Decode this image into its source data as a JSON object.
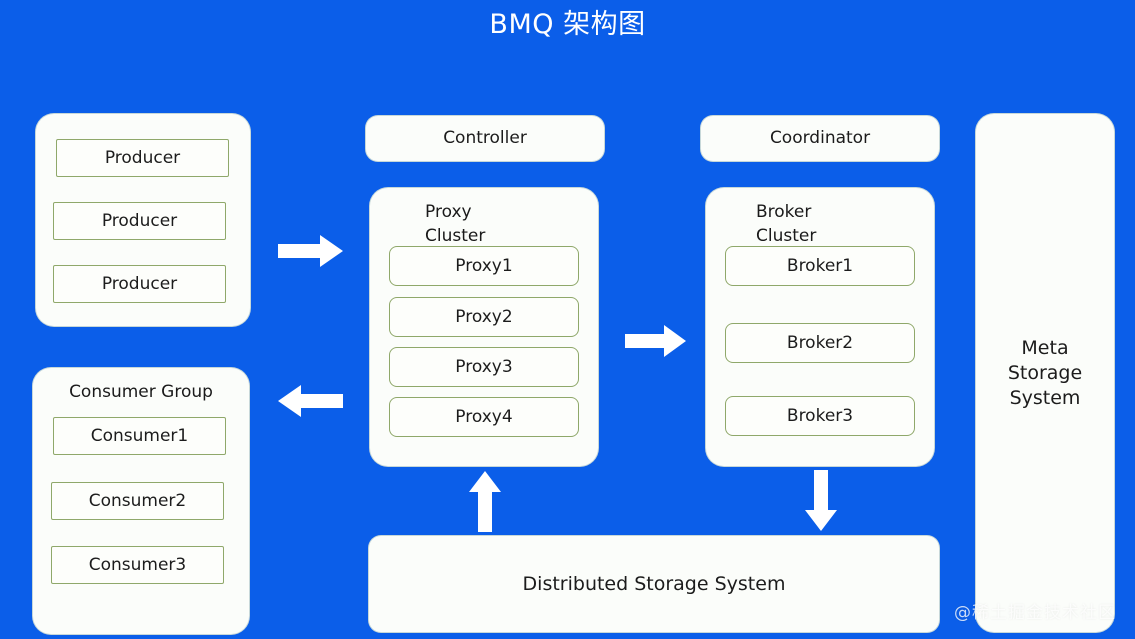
{
  "title": "BMQ 架构图",
  "colors": {
    "background": "#0b5ee9",
    "panel": "#fbfdfa",
    "item_border": "#8fa86a",
    "text": "#1c1c1c",
    "title_text": "#ffffff",
    "arrow": "#ffffff"
  },
  "producer_group": {
    "items": [
      {
        "label": "Producer"
      },
      {
        "label": "Producer"
      },
      {
        "label": "Producer"
      }
    ]
  },
  "consumer_group": {
    "label": "Consumer Group",
    "items": [
      {
        "label": "Consumer1"
      },
      {
        "label": "Consumer2"
      },
      {
        "label": "Consumer3"
      }
    ]
  },
  "controller": {
    "label": "Controller"
  },
  "coordinator": {
    "label": "Coordinator"
  },
  "proxy_cluster": {
    "label": "Proxy\nCluster",
    "items": [
      {
        "label": "Proxy1"
      },
      {
        "label": "Proxy2"
      },
      {
        "label": "Proxy3"
      },
      {
        "label": "Proxy4"
      }
    ]
  },
  "broker_cluster": {
    "label": "Broker\nCluster",
    "items": [
      {
        "label": "Broker1"
      },
      {
        "label": "Broker2"
      },
      {
        "label": "Broker3"
      }
    ]
  },
  "meta_storage": {
    "label": "Meta\nStorage\nSystem"
  },
  "distributed_storage": {
    "label": "Distributed Storage System"
  },
  "arrows": [
    {
      "name": "producer-to-proxy",
      "direction": "right"
    },
    {
      "name": "proxy-to-consumer",
      "direction": "left"
    },
    {
      "name": "proxy-to-broker",
      "direction": "right"
    },
    {
      "name": "storage-to-proxy",
      "direction": "up"
    },
    {
      "name": "broker-to-storage",
      "direction": "down"
    }
  ],
  "watermark": "@稀土掘金技术社区"
}
